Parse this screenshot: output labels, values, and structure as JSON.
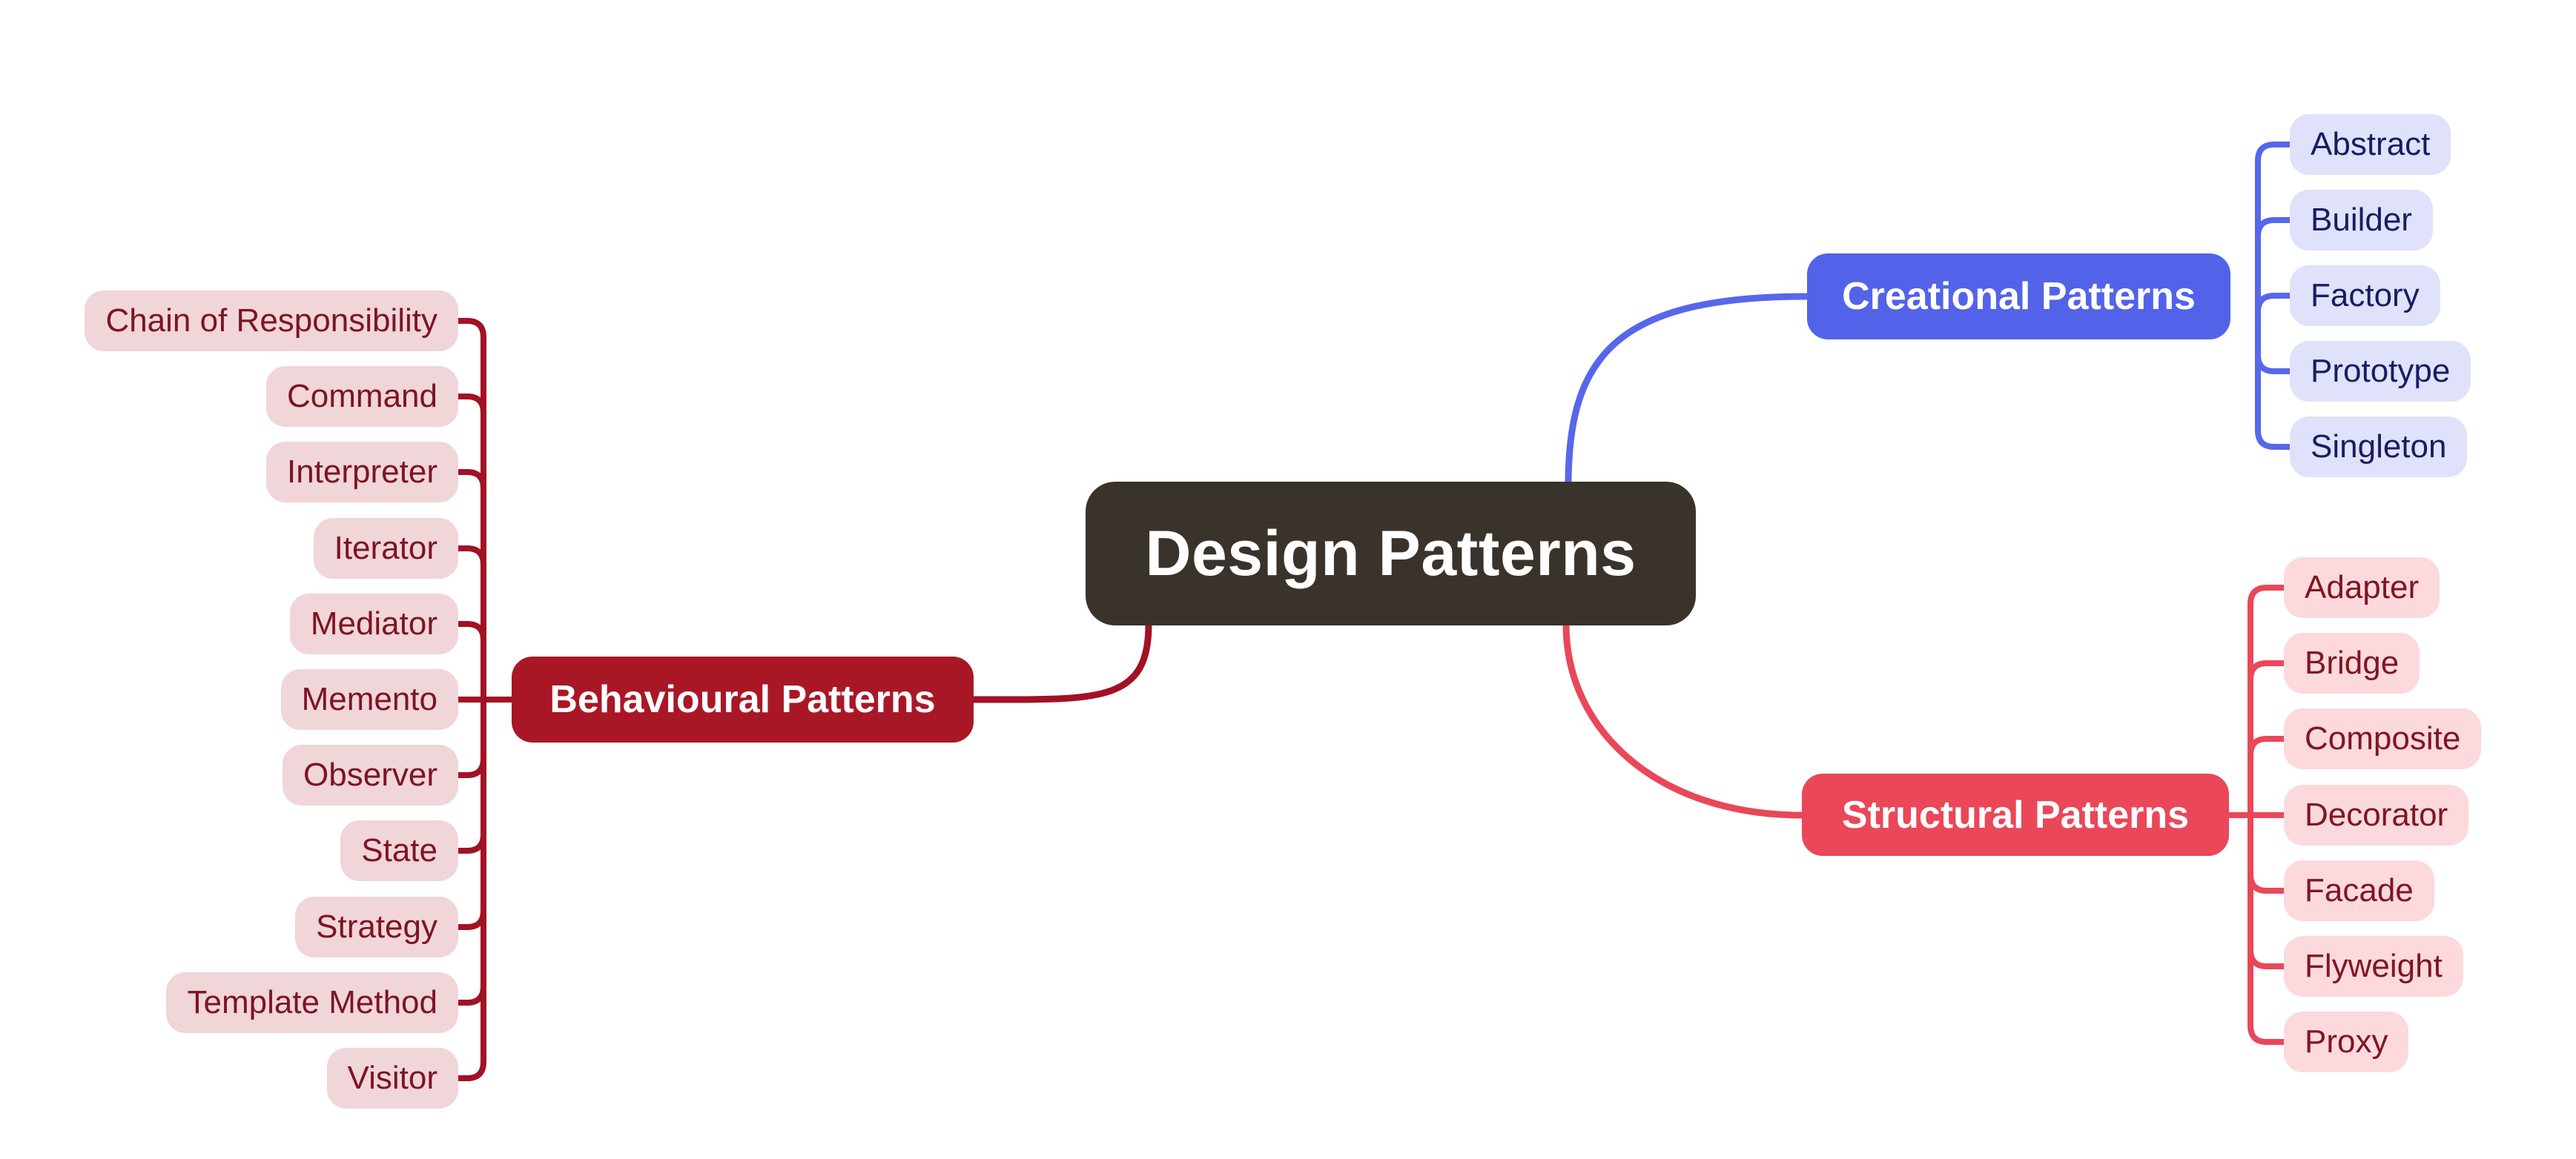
{
  "diagram": {
    "background": "#ffffff",
    "central": {
      "label": "Design Patterns",
      "bg": "#3a332b",
      "text_color": "#ffffff"
    },
    "branches": [
      {
        "id": "creational",
        "label": "Creational Patterns",
        "side": "right",
        "header_bg": "#5263e9",
        "header_text": "#ffffff",
        "line_color": "#5767ec",
        "child_bg": "#dfe2fa",
        "child_text": "#1b1b63",
        "children": [
          "Abstract",
          "Builder",
          "Factory",
          "Prototype",
          "Singleton"
        ]
      },
      {
        "id": "structural",
        "label": "Structural Patterns",
        "side": "right",
        "header_bg": "#ea4759",
        "header_text": "#ffffff",
        "line_color": "#ea4759",
        "child_bg": "#fbd9dd",
        "child_text": "#811523",
        "children": [
          "Adapter",
          "Bridge",
          "Composite",
          "Decorator",
          "Facade",
          "Flyweight",
          "Proxy"
        ]
      },
      {
        "id": "behavioural",
        "label": "Behavioural Patterns",
        "side": "left",
        "header_bg": "#a91726",
        "header_text": "#ffffff",
        "line_color": "#a31124",
        "child_bg": "#f0d5d9",
        "child_text": "#7d1423",
        "children": [
          "Chain of Responsibility",
          "Command",
          "Interpreter",
          "Iterator",
          "Mediator",
          "Memento",
          "Observer",
          "State",
          "Strategy",
          "Template Method",
          "Visitor"
        ]
      }
    ]
  }
}
